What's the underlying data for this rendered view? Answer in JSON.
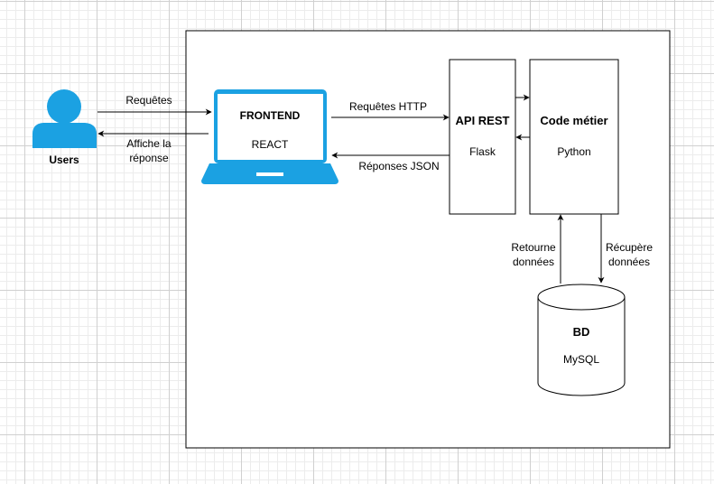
{
  "colors": {
    "accent": "#1ba1e2",
    "stroke": "#000000",
    "fill": "#ffffff"
  },
  "users": {
    "icon": "user-icon",
    "label": "Users"
  },
  "frontend": {
    "icon": "laptop-icon",
    "title": "FRONTEND",
    "tech": "REACT"
  },
  "api": {
    "title": "API REST",
    "tech": "Flask"
  },
  "business": {
    "title": "Code métier",
    "tech": "Python"
  },
  "database": {
    "icon": "database-cylinder",
    "title": "BD",
    "tech": "MySQL"
  },
  "edges": {
    "users_to_frontend": "Requêtes",
    "frontend_to_users": [
      "Affiche la",
      "réponse"
    ],
    "frontend_to_api": "Requêtes HTTP",
    "api_to_frontend": "Réponses JSON",
    "db_to_business": [
      "Retourne",
      "données"
    ],
    "business_to_db": [
      "Récupère",
      "données"
    ]
  }
}
